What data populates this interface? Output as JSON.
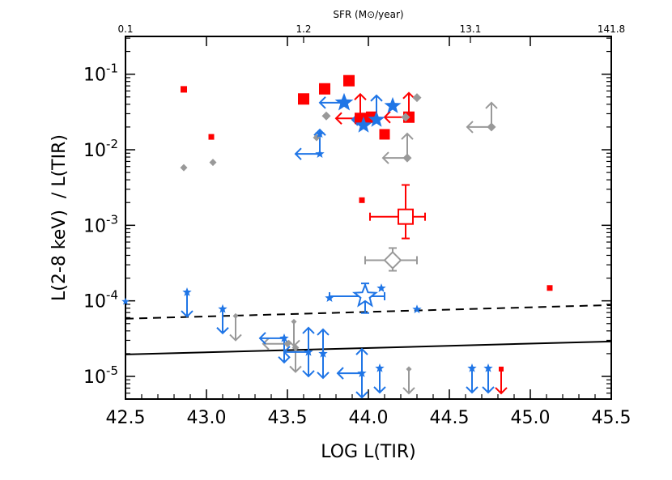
{
  "chart_data": {
    "type": "scatter",
    "xlabel": "LOG L(TIR)",
    "ylabel": "L(2-8 keV)  / L(TIR)",
    "top_axis_label": "SFR (M⊙/year)",
    "x_range": [
      42.5,
      45.5
    ],
    "y_range_log10": [
      -5.3,
      -0.5
    ],
    "y_scale": "log",
    "x_ticks": [
      "42.5",
      "43.0",
      "43.5",
      "44.0",
      "44.5",
      "45.0",
      "45.5"
    ],
    "y_ticks": [
      {
        "value": 0.1,
        "base": "10",
        "exp": "-1"
      },
      {
        "value": 0.01,
        "base": "10",
        "exp": "-2"
      },
      {
        "value": 0.001,
        "base": "10",
        "exp": "-3"
      },
      {
        "value": 0.0001,
        "base": "10",
        "exp": "-4"
      },
      {
        "value": 1e-05,
        "base": "10",
        "exp": "-5"
      }
    ],
    "top_ticks": [
      {
        "label": "0.1",
        "x": 42.5
      },
      {
        "label": "1.2",
        "x": 43.6
      },
      {
        "label": "13.1",
        "x": 44.63
      },
      {
        "label": "141.8",
        "x": 45.5
      }
    ],
    "lines": [
      {
        "style": "dashed",
        "points": [
          [
            42.5,
            5.8e-05
          ],
          [
            45.5,
            8.8e-05
          ]
        ]
      },
      {
        "style": "solid",
        "points": [
          [
            42.5,
            1.95e-05
          ],
          [
            45.5,
            2.9e-05
          ]
        ]
      }
    ],
    "colors": {
      "red": "#ff0000",
      "blue": "#1f75e6",
      "gray": "#999999"
    },
    "points": [
      {
        "x": 42.86,
        "y": 0.063,
        "marker": "square",
        "color": "red",
        "size": 8
      },
      {
        "x": 43.03,
        "y": 0.0148,
        "marker": "square",
        "color": "red",
        "size": 7
      },
      {
        "x": 43.96,
        "y": 0.00215,
        "marker": "square",
        "color": "red",
        "size": 7
      },
      {
        "x": 45.12,
        "y": 0.000148,
        "marker": "square",
        "color": "red",
        "size": 7
      },
      {
        "x": 43.6,
        "y": 0.047,
        "marker": "square",
        "color": "red",
        "size": 14
      },
      {
        "x": 43.73,
        "y": 0.064,
        "marker": "square",
        "color": "red",
        "size": 14
      },
      {
        "x": 43.88,
        "y": 0.082,
        "marker": "square",
        "color": "red",
        "size": 14
      },
      {
        "x": 43.95,
        "y": 0.026,
        "marker": "square",
        "color": "red",
        "size": 14,
        "arrows": [
          "up",
          "left"
        ]
      },
      {
        "x": 44.02,
        "y": 0.027,
        "marker": "square",
        "color": "red",
        "size": 14
      },
      {
        "x": 44.1,
        "y": 0.016,
        "marker": "square",
        "color": "red",
        "size": 13
      },
      {
        "x": 44.25,
        "y": 0.027,
        "marker": "square",
        "color": "red",
        "size": 14,
        "arrows": [
          "up",
          "left"
        ]
      },
      {
        "x": 44.82,
        "y": 1.25e-05,
        "marker": "square",
        "color": "red",
        "size": 6,
        "arrows": [
          "down"
        ]
      },
      {
        "x": 42.86,
        "y": 0.0058,
        "marker": "diamond",
        "color": "gray",
        "size": 9
      },
      {
        "x": 43.04,
        "y": 0.0068,
        "marker": "diamond",
        "color": "gray",
        "size": 9
      },
      {
        "x": 43.74,
        "y": 0.028,
        "marker": "diamond",
        "color": "gray",
        "size": 11
      },
      {
        "x": 43.68,
        "y": 0.0145,
        "marker": "diamond",
        "color": "gray",
        "size": 9
      },
      {
        "x": 44.23,
        "y": 0.027,
        "marker": "diamond",
        "color": "gray",
        "size": 11
      },
      {
        "x": 44.3,
        "y": 0.049,
        "marker": "diamond",
        "color": "gray",
        "size": 11
      },
      {
        "x": 44.24,
        "y": 0.0078,
        "marker": "diamond",
        "color": "gray",
        "size": 11,
        "arrows": [
          "up",
          "left"
        ]
      },
      {
        "x": 44.76,
        "y": 0.02,
        "marker": "diamond",
        "color": "gray",
        "size": 11,
        "arrows": [
          "up",
          "left"
        ]
      },
      {
        "x": 43.18,
        "y": 6.3e-05,
        "marker": "diamond",
        "color": "gray",
        "size": 7,
        "arrows": [
          "down"
        ]
      },
      {
        "x": 43.54,
        "y": 5.3e-05,
        "marker": "diamond",
        "color": "gray",
        "size": 7,
        "arrows": [
          "down"
        ]
      },
      {
        "x": 43.5,
        "y": 2.7e-05,
        "marker": "diamond",
        "color": "gray",
        "size": 9,
        "arrows": [
          "left"
        ]
      },
      {
        "x": 43.55,
        "y": 2.4e-05,
        "marker": "diamond",
        "color": "gray",
        "size": 9,
        "arrows": [
          "down"
        ]
      },
      {
        "x": 44.25,
        "y": 1.25e-05,
        "marker": "diamond",
        "color": "gray",
        "size": 7,
        "arrows": [
          "down"
        ]
      },
      {
        "x": 43.85,
        "y": 0.042,
        "marker": "star",
        "color": "blue",
        "size": 12,
        "arrows": [
          "left"
        ]
      },
      {
        "x": 43.97,
        "y": 0.021,
        "marker": "star",
        "color": "blue",
        "size": 11
      },
      {
        "x": 44.05,
        "y": 0.025,
        "marker": "star",
        "color": "blue",
        "size": 11,
        "arrows": [
          "up",
          "left"
        ]
      },
      {
        "x": 44.15,
        "y": 0.038,
        "marker": "star",
        "color": "blue",
        "size": 11
      },
      {
        "x": 43.7,
        "y": 0.0162,
        "marker": "star",
        "color": "blue",
        "size": 6
      },
      {
        "x": 43.7,
        "y": 0.0088,
        "marker": "star",
        "color": "blue",
        "size": 6,
        "arrows": [
          "up",
          "left"
        ]
      },
      {
        "x": 42.88,
        "y": 0.00013,
        "marker": "star",
        "color": "blue",
        "size": 6,
        "arrows": [
          "down"
        ]
      },
      {
        "x": 43.1,
        "y": 7.8e-05,
        "marker": "star",
        "color": "blue",
        "size": 6,
        "arrows": [
          "down"
        ]
      },
      {
        "x": 43.76,
        "y": 0.000109,
        "marker": "star",
        "color": "blue",
        "size": 6
      },
      {
        "x": 44.08,
        "y": 0.000147,
        "marker": "star",
        "color": "blue",
        "size": 6
      },
      {
        "x": 44.3,
        "y": 7.7e-05,
        "marker": "star",
        "color": "blue",
        "size": 6
      },
      {
        "x": 43.48,
        "y": 3.2e-05,
        "marker": "star",
        "color": "blue",
        "size": 6,
        "arrows": [
          "down",
          "left"
        ]
      },
      {
        "x": 43.63,
        "y": 2.1e-05,
        "marker": "star",
        "color": "blue",
        "size": 6,
        "arrows": [
          "up",
          "down",
          "left"
        ]
      },
      {
        "x": 43.72,
        "y": 2e-05,
        "marker": "star",
        "color": "blue",
        "size": 6,
        "arrows": [
          "up",
          "down"
        ]
      },
      {
        "x": 43.96,
        "y": 1.1e-05,
        "marker": "star",
        "color": "blue",
        "size": 6,
        "arrows": [
          "up",
          "down",
          "left"
        ]
      },
      {
        "x": 44.07,
        "y": 1.28e-05,
        "marker": "star",
        "color": "blue",
        "size": 6,
        "arrows": [
          "down"
        ]
      },
      {
        "x": 44.64,
        "y": 1.28e-05,
        "marker": "star",
        "color": "blue",
        "size": 6,
        "arrows": [
          "down"
        ]
      },
      {
        "x": 44.74,
        "y": 1.28e-05,
        "marker": "star",
        "color": "blue",
        "size": 6,
        "arrows": [
          "down"
        ]
      },
      {
        "x": 42.5,
        "y": 9.8e-05,
        "marker": "star",
        "color": "blue",
        "size": 5
      }
    ],
    "error_points": [
      {
        "x": 44.23,
        "y": 0.0013,
        "marker": "open-square",
        "color": "red",
        "xerr": [
          0.22,
          0.12
        ],
        "yerr": [
          0.00063,
          0.00212
        ]
      },
      {
        "x": 44.15,
        "y": 0.000345,
        "marker": "open-diamond",
        "color": "gray",
        "xerr": [
          0.17,
          0.15
        ],
        "yerr": [
          9.5e-05,
          0.000155
        ]
      },
      {
        "x": 43.98,
        "y": 0.000115,
        "marker": "open-star",
        "color": "blue",
        "xerr": [
          0.22,
          0.12
        ],
        "yerr": [
          4.6e-05,
          5.5e-05
        ]
      }
    ]
  }
}
